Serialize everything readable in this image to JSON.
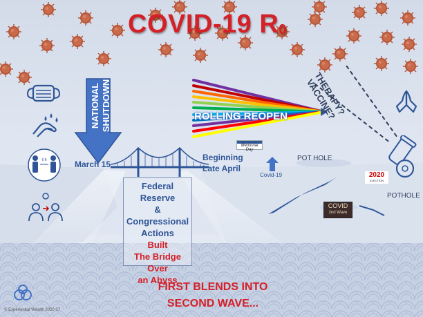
{
  "title": {
    "main": "COVID-19 R",
    "sub": "0"
  },
  "shutdown": {
    "line1": "NATIONAL",
    "line2": "SHUTDOWN"
  },
  "rolling_reopen": "ROLLING REOPEN",
  "labels": {
    "march15": "March 15",
    "beginning": "Beginning",
    "late_april": "Late April",
    "covid19": "Covid-19",
    "pothole_upper": "POT HOLE",
    "pothole_lower": "POTHOLE"
  },
  "box": {
    "line1": "Federal Reserve",
    "line2": "&",
    "line3": "Congressional",
    "line4": "Actions",
    "line5": "Built",
    "line6": "The Bridge Over",
    "line7": "an Abyss"
  },
  "therapy": {
    "line1": "THERAPY?",
    "line2": "VACCINE?"
  },
  "memorial": "Memorial Day",
  "election": {
    "year": "2020",
    "sub": "ELECTION"
  },
  "covid_wave": {
    "top": "COVID",
    "bottom": "2nd Wave"
  },
  "bottom_text": {
    "line1": "FIRST BLENDS INTO",
    "line2": "SECOND WAVE..."
  },
  "copyright": "© Experiential Wealth 2020 07",
  "icons": [
    "face-mask-icon",
    "hand-washing-icon",
    "social-distance-icon",
    "contact-tracing-icon",
    "praying-hands-icon",
    "cannon-icon",
    "virus-icon",
    "bridge-icon"
  ],
  "colors": {
    "title_red": "#d42027",
    "label_blue": "#2f5597",
    "virus": "#b5563a",
    "arrow_blue": "#4472c4",
    "sea": "#c5d0e3"
  },
  "rainbow": [
    "#7030a0",
    "#c00000",
    "#ff6600",
    "#ffc000",
    "#92d050",
    "#00b050",
    "#00b0f0",
    "#0070c0",
    "#7030a0",
    "#ff0000",
    "#ffff00",
    "#00b0f0"
  ]
}
